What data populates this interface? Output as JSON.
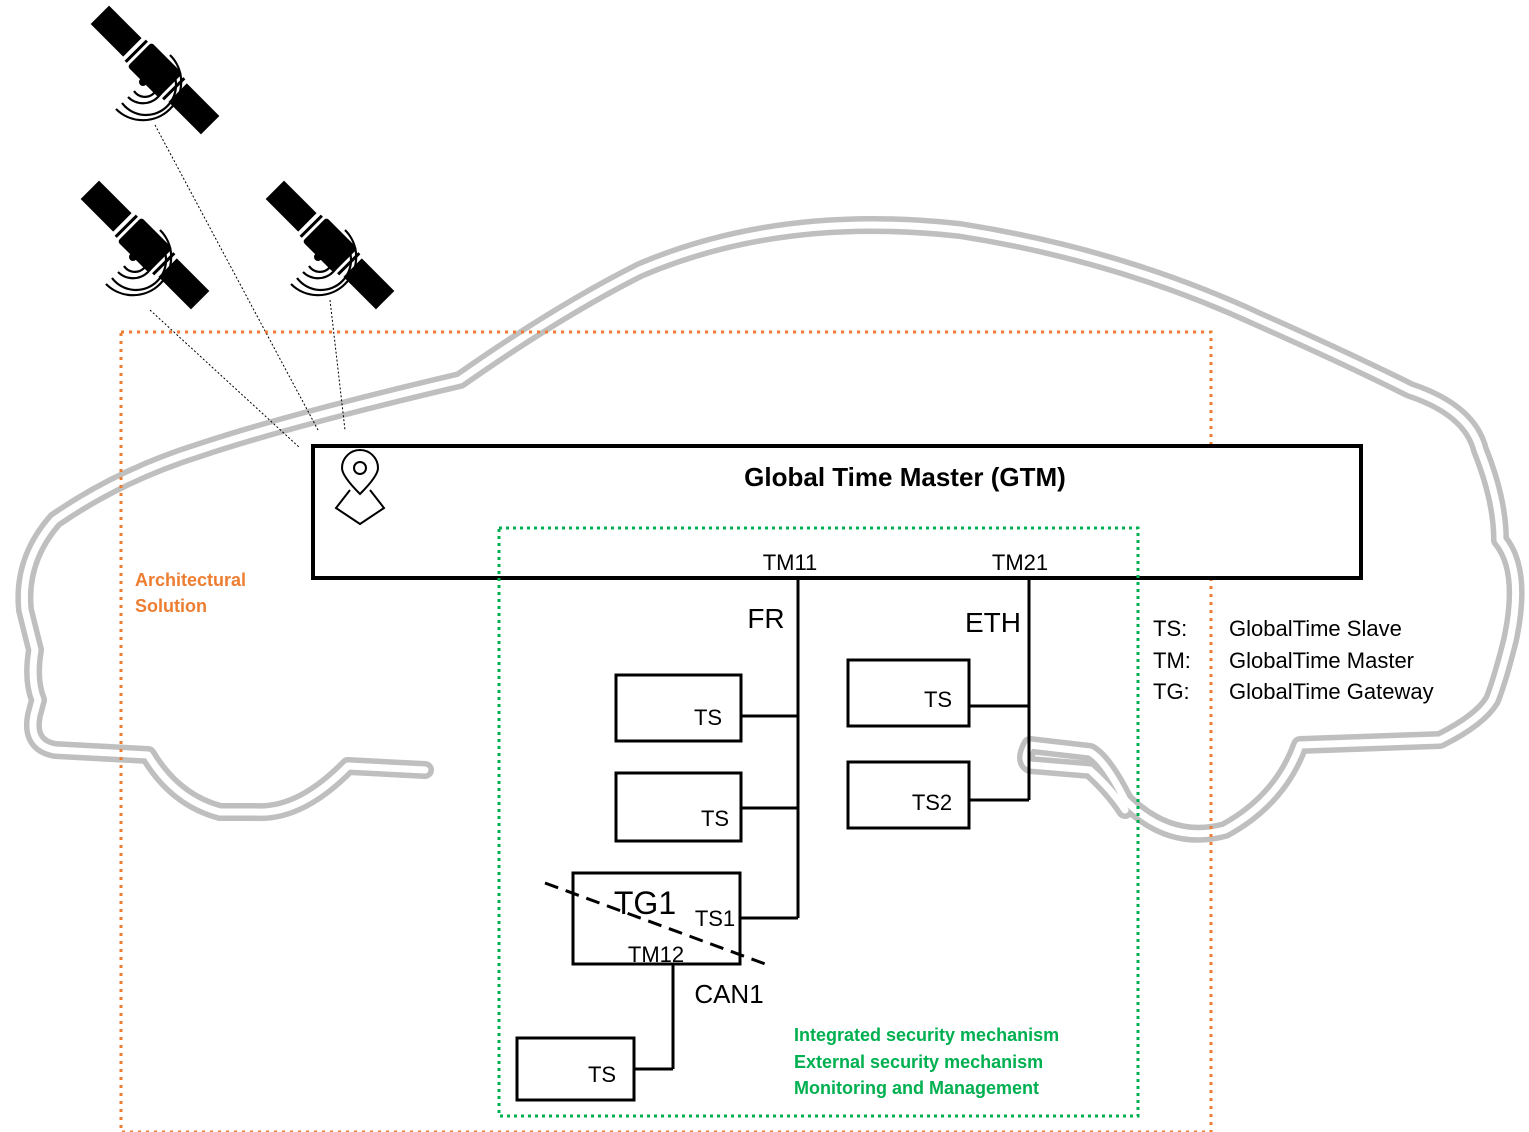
{
  "gtm": {
    "title": "Global Time Master (GTM)"
  },
  "architecture": {
    "label_line1": "Architectural",
    "label_line2": "Solution",
    "color": "#ED7D31"
  },
  "security": {
    "color": "#00B050",
    "items": [
      "Integrated security mechanism",
      "External security mechanism",
      "Monitoring and Management"
    ]
  },
  "ports": {
    "tm11": "TM11",
    "tm21": "TM21",
    "tm12": "TM12"
  },
  "buses": {
    "fr": "FR",
    "eth": "ETH",
    "can1": "CAN1"
  },
  "nodes": {
    "ts_a": "TS",
    "ts_b": "TS",
    "ts_c": "TS",
    "ts2": "TS2",
    "tg1": "TG1",
    "ts1": "TS1",
    "ts_can": "TS"
  },
  "legend": [
    {
      "abbr": "TS:",
      "meaning": "GlobalTime Slave"
    },
    {
      "abbr": "TM:",
      "meaning": "GlobalTime Master"
    },
    {
      "abbr": "TG:",
      "meaning": "GlobalTime Gateway"
    }
  ],
  "icons": {
    "satellite": "satellite-icon",
    "location": "location-pin-icon"
  },
  "colors": {
    "car_outline": "#BFBFBF",
    "line": "#000000"
  }
}
